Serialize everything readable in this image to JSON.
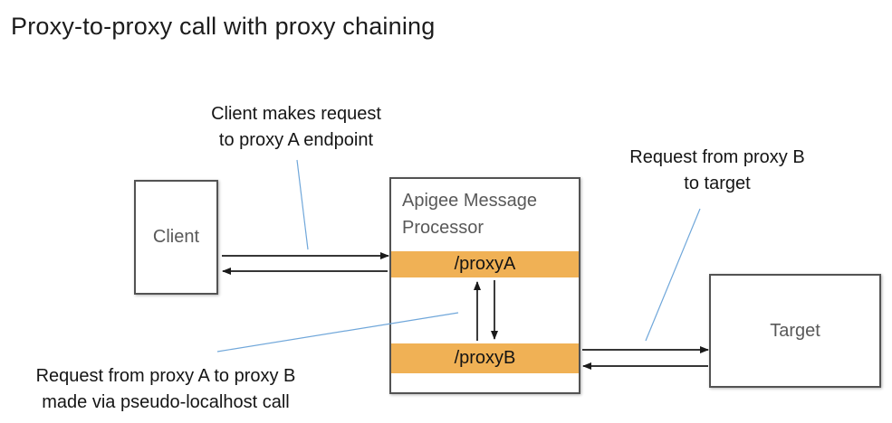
{
  "diagram": {
    "title": "Proxy-to-proxy call with proxy chaining",
    "annotations": {
      "client_request": "Client makes request\nto proxy A endpoint",
      "proxyb_to_target": "Request from proxy B\nto target",
      "proxya_to_proxyb": "Request from proxy A to proxy B\nmade via pseudo-localhost call"
    },
    "nodes": {
      "client": {
        "label": "Client"
      },
      "message_processor": {
        "label": "Apigee Message Processor"
      },
      "proxy_a": {
        "label": "/proxyA"
      },
      "proxy_b": {
        "label": "/proxyB"
      },
      "target": {
        "label": "Target"
      }
    },
    "colors": {
      "proxy_bar_fill": "#F0B155",
      "leader_line": "#70A7DA",
      "box_border": "#535353",
      "node_label_text": "#595959",
      "arrow": "#1A1A1A",
      "background": "#FFFFFF"
    }
  }
}
